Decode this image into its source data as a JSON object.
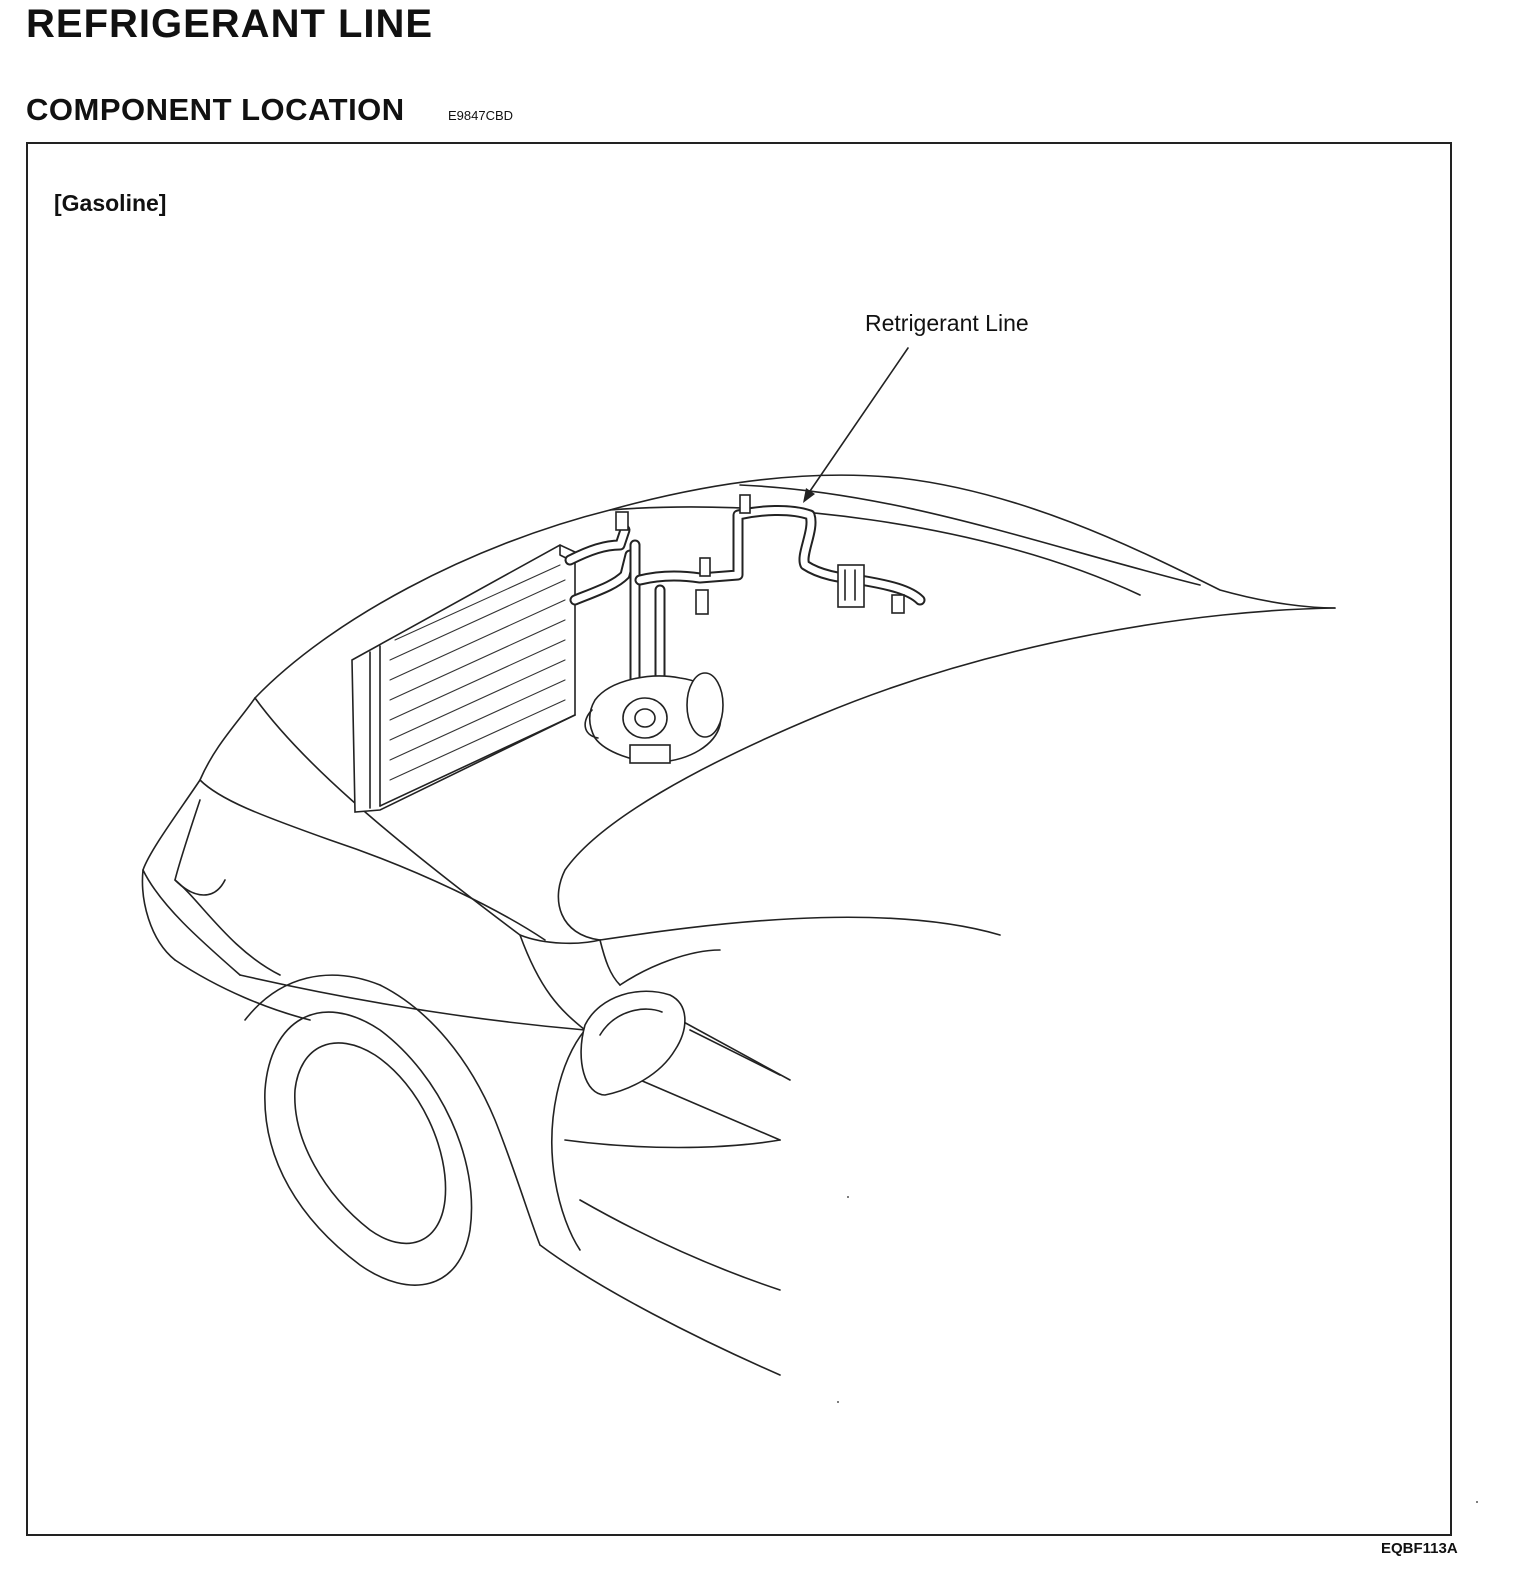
{
  "header": {
    "title": "REFRIGERANT LINE",
    "section": "COMPONENT LOCATION",
    "section_code": "E9847CBD"
  },
  "figure": {
    "variant_label": "[Gasoline]",
    "callout": "Retrigerant Line",
    "figure_code": "EQBF113A"
  }
}
